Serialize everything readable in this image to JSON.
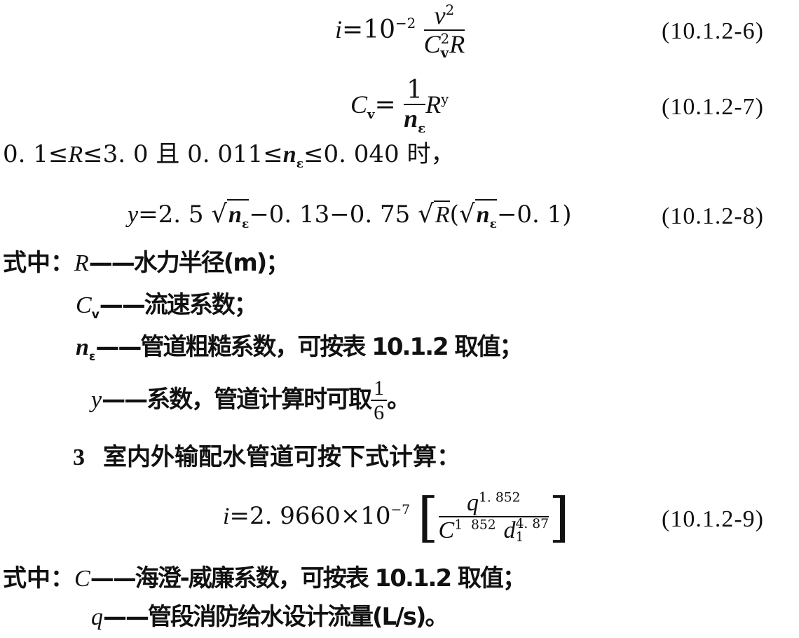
{
  "equations": [
    {
      "id": "eq6",
      "number": "(10.1.2-6)",
      "lhs": "i",
      "eq": "=",
      "coef": "10",
      "exp": "−2",
      "num": "v",
      "num_sup": "2",
      "den_C": "C",
      "den_C_sup": "2",
      "den_C_sub": "v",
      "den_R": "R"
    },
    {
      "id": "eq7",
      "number": "(10.1.2-7)",
      "lhs": "C",
      "lhs_sub": "v",
      "eq": "=",
      "num": "1",
      "den": "n",
      "den_sub": "ε",
      "rhs": "R",
      "rhs_sup": "y"
    },
    {
      "id": "eq8",
      "number": "(10.1.2-8)",
      "lhs": "y",
      "eq": "=",
      "t1": "2. 5",
      "n": "n",
      "n_sub": "ε",
      "t2": "−0. 13−0. 75",
      "R": "R",
      "t3": "(",
      "t4": "−0. 1)"
    },
    {
      "id": "eq9",
      "number": "(10.1.2-9)",
      "lhs": "i",
      "eq": "=",
      "coef": "2. 9660×10",
      "exp": "−7",
      "num": "q",
      "num_sup": "1. 852",
      "den_C": "C",
      "den_C_sup": "1  852",
      "den_d": "d",
      "den_d_sup": "4. 87",
      "den_d_sub": "1"
    }
  ],
  "condition": {
    "p1": "0. 1≤",
    "R": "R",
    "p2": "≤3. 0 且 0. 011≤",
    "n": "n",
    "n_sub": "ε",
    "p3": "≤0. 040 时，"
  },
  "definitions_1": {
    "prefix": "式中：",
    "items": [
      {
        "sym": "R",
        "sub": "",
        "desc": "——水力半径(m)；"
      },
      {
        "sym": "C",
        "sub": "v",
        "desc": "——流速系数；"
      },
      {
        "sym": "n",
        "sub": "ε",
        "desc": "——管道粗糙系数，可按表 10.1.2 取值；"
      },
      {
        "sym": "y",
        "sub": "",
        "desc": "——系数，管道计算时可取",
        "frac_num": "1",
        "frac_den": "6",
        "end": "。"
      }
    ]
  },
  "clause_3": {
    "number": "3",
    "text": "室内外输配水管道可按下式计算："
  },
  "definitions_2": {
    "prefix": "式中：",
    "items": [
      {
        "sym": "C",
        "desc": "——海澄-威廉系数，可按表 10.1.2 取值；"
      },
      {
        "sym": "q",
        "desc": "——管段消防给水设计流量(L/s)。"
      }
    ]
  }
}
